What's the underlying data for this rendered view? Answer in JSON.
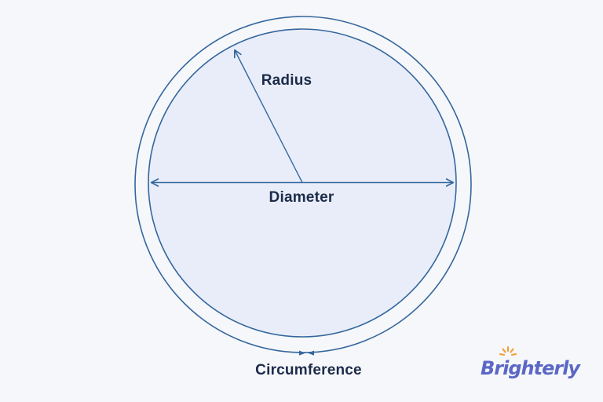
{
  "figure": {
    "title": "circle-parts-diagram",
    "labels": {
      "radius": "Radius",
      "diameter": "Diameter",
      "circumference": "Circumference"
    }
  },
  "logo": {
    "text": "Brighterly",
    "icon": "sun-rays-icon"
  },
  "colors": {
    "background": "#f6f7fa",
    "circle_stroke": "#33679e",
    "circle_fill": "#e9edf9",
    "label_text": "#1c2b4a",
    "logo_blue": "#5b67c5",
    "logo_orange": "#f59b35"
  }
}
